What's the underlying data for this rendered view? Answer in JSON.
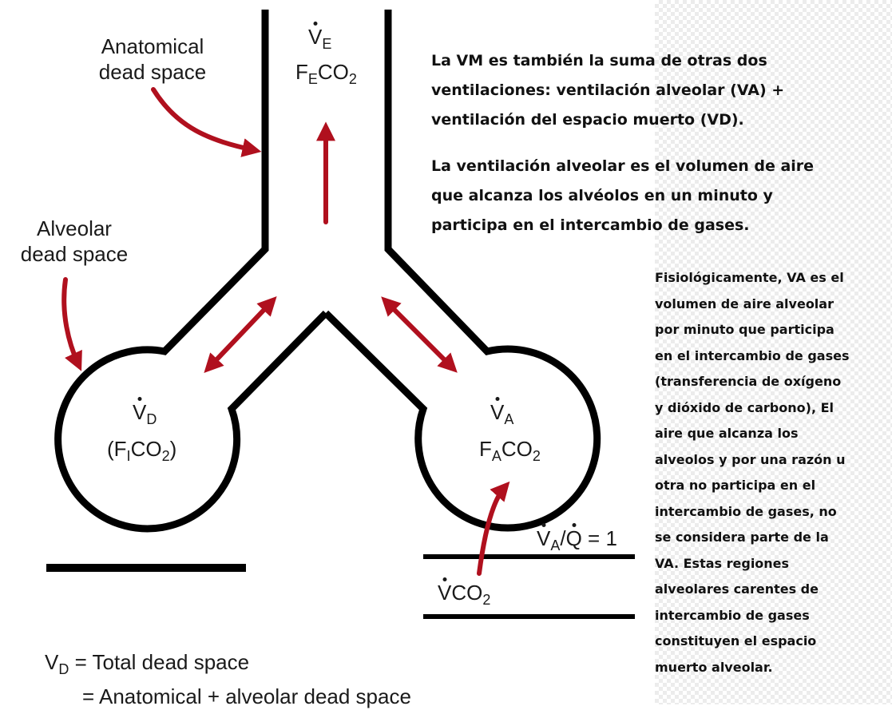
{
  "labels": {
    "anatomical": [
      "Anatomical",
      "dead space"
    ],
    "alveolar": [
      "Alveolar",
      "dead space"
    ],
    "ve_symbol": "V",
    "ve_sub": "E",
    "fe_f": "F",
    "fe_sub": "E",
    "fe_co": "CO",
    "fe_two": "2",
    "vd_symbol": "V",
    "vd_sub": "D",
    "fi_open": "(F",
    "fi_sub": "I",
    "fi_co": "CO",
    "fi_two": "2",
    "fi_close": ")",
    "va_symbol": "V",
    "va_sub": "A",
    "fa_f": "F",
    "fa_sub": "A",
    "fa_co": "CO",
    "fa_two": "2",
    "vaq_v": "V",
    "vaq_sub": "A",
    "vaq_slash": "/",
    "vaq_q": "Q",
    "vaq_eq": " = 1",
    "vco2_v": "V",
    "vco2_co": "CO",
    "vco2_two": "2"
  },
  "legend": {
    "line1_v": "V",
    "line1_sub": "D",
    "line1_rest": " = Total dead space",
    "line2": "= Anatomical + alveolar dead space"
  },
  "notes": {
    "p1": "La VM es también la suma de otras dos\nventilaciones: ventilación alveolar (VA) +\nventilación del espacio muerto (VD).",
    "p2": "La ventilación alveolar es el volumen de aire\nque alcanza los alvéolos en un minuto y\nparticipa en el intercambio de gases.",
    "p3": "Fisiológicamente, VA es el\nvolumen de aire alveolar\npor minuto que participa\nen el intercambio de gases\n(transferencia de oxígeno\ny dióxido de carbono), El\naire que alcanza los\nalveolos y por una razón u\notra no participa en el\nintercambio de gases, no\nse considera parte de la\nVA. Estas regiones\nalveolares carentes de\nintercambio de gases\nconstituyen el espacio\nmuerto alveolar."
  },
  "colors": {
    "arrow": "#b0101e",
    "line": "#000000",
    "checker": "#ececec"
  }
}
